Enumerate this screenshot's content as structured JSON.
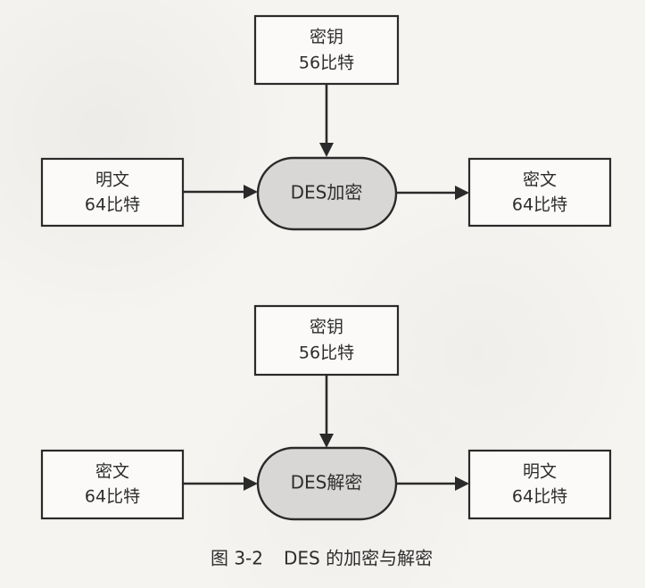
{
  "diagram": {
    "encryption": {
      "key": {
        "line1": "密钥",
        "line2": "56比特"
      },
      "input": {
        "line1": "明文",
        "line2": "64比特"
      },
      "process": {
        "label": "DES加密"
      },
      "output": {
        "line1": "密文",
        "line2": "64比特"
      }
    },
    "decryption": {
      "key": {
        "line1": "密钥",
        "line2": "56比特"
      },
      "input": {
        "line1": "密文",
        "line2": "64比特"
      },
      "process": {
        "label": "DES解密"
      },
      "output": {
        "line1": "明文",
        "line2": "64比特"
      }
    },
    "caption": {
      "number": "图 3-2",
      "title": "DES 的加密与解密"
    }
  }
}
